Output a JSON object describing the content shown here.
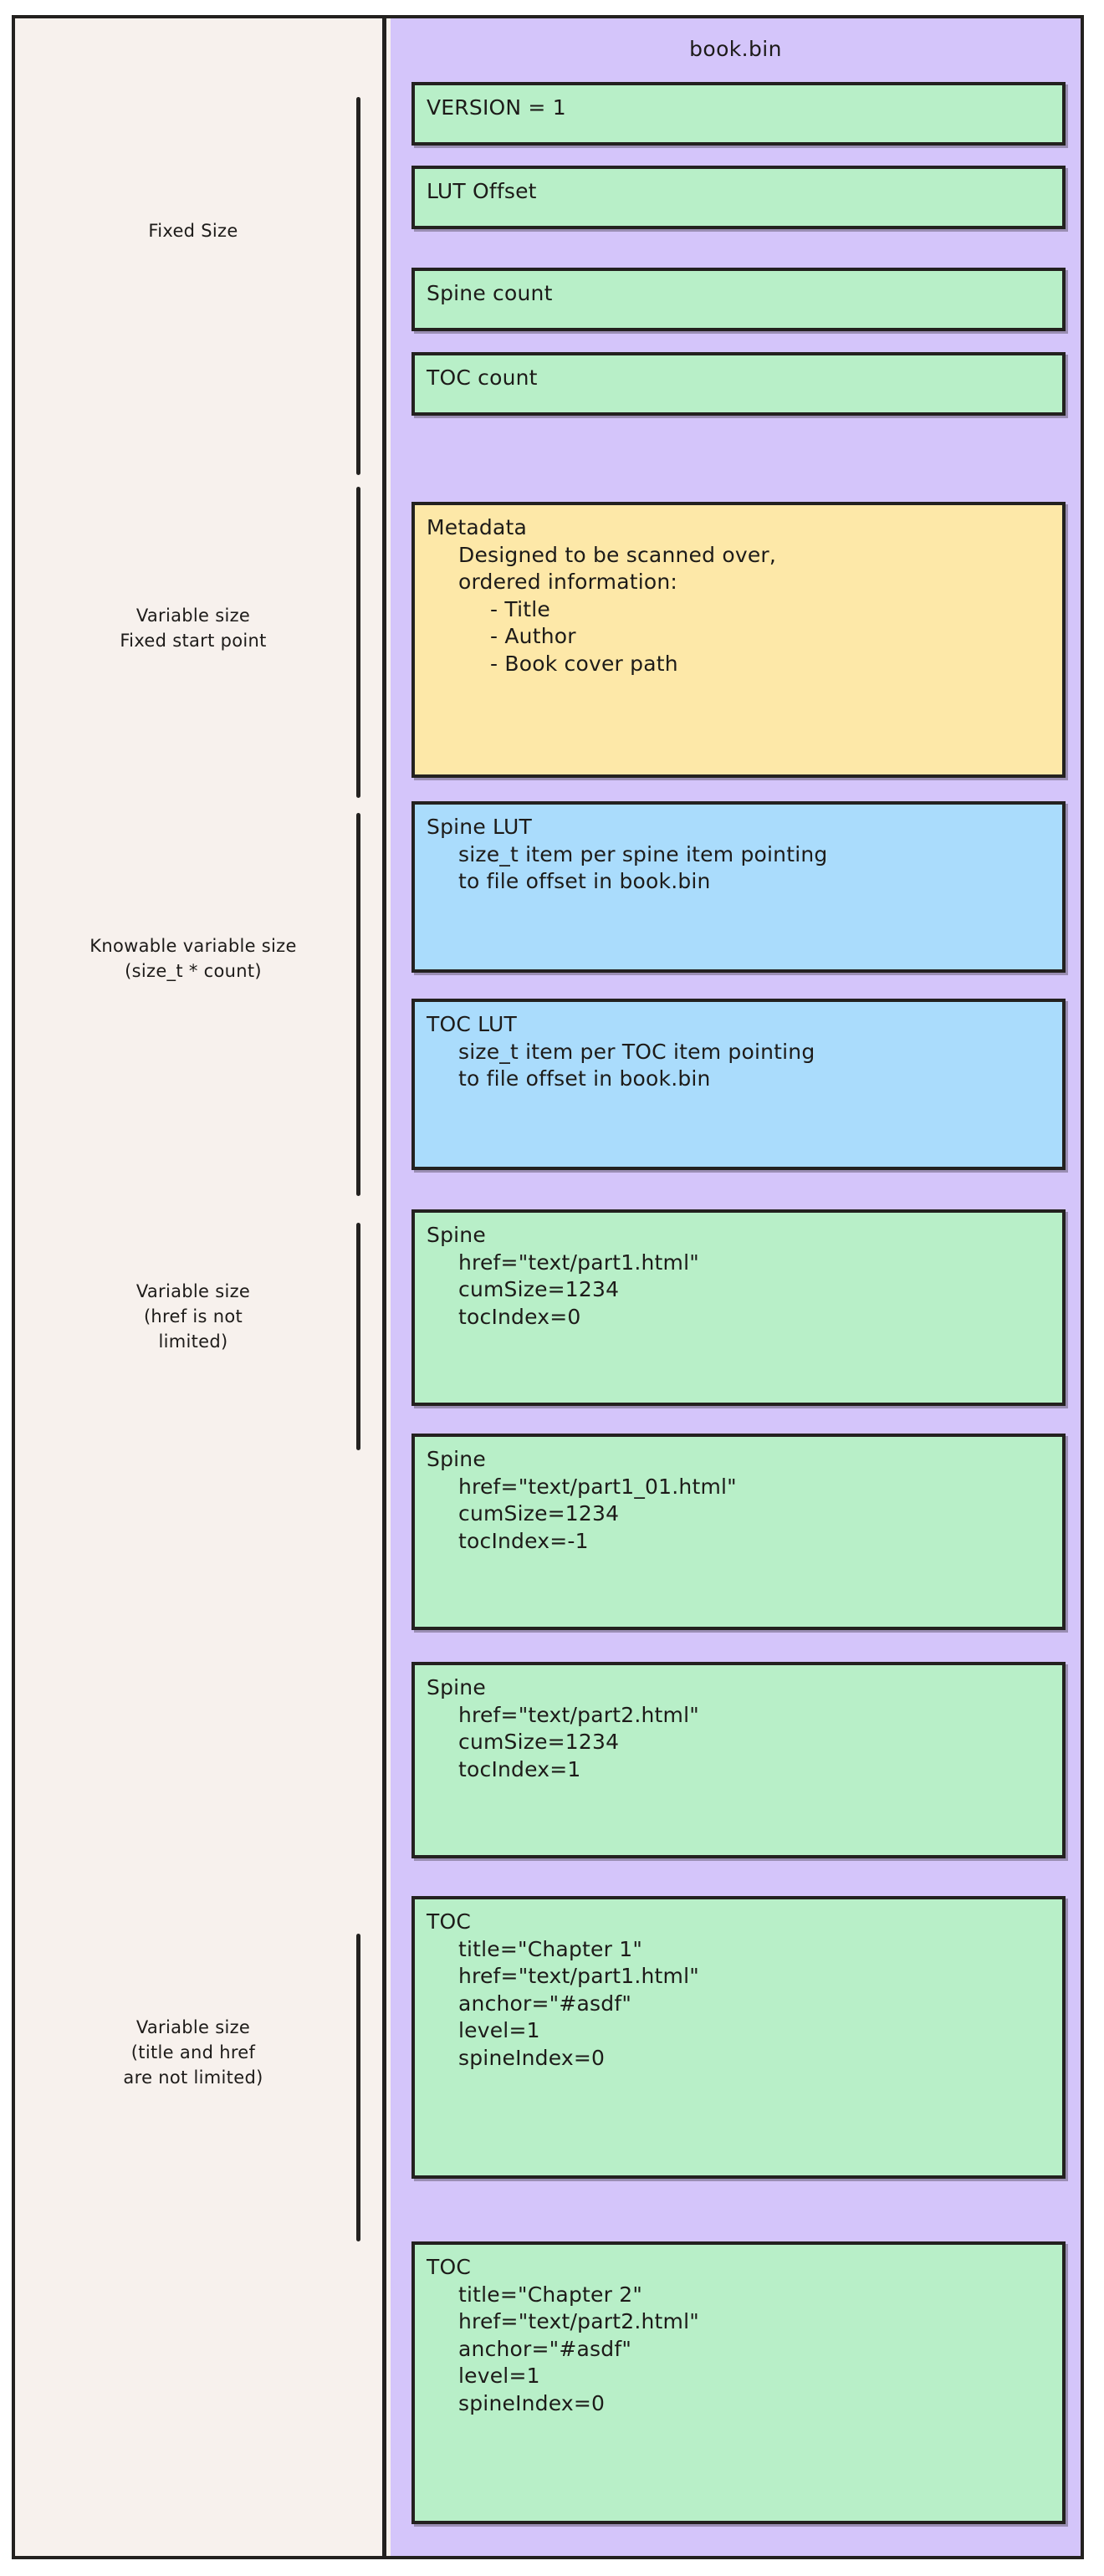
{
  "file": {
    "title": "book.bin"
  },
  "annotations": [
    {
      "label": "Fixed Size"
    },
    {
      "label": "Variable size\nFixed start point"
    },
    {
      "label": "Knowable variable size\n(size_t * count)"
    },
    {
      "label": "Variable size\n(href is not\nlimited)"
    },
    {
      "label": "Variable size\n(title and href\nare not limited)"
    }
  ],
  "fields": [
    {
      "name": "version",
      "color": "green",
      "lines": [
        {
          "text": "VERSION = 1",
          "indent": 0
        }
      ]
    },
    {
      "name": "lut-offset",
      "color": "green",
      "lines": [
        {
          "text": "LUT Offset",
          "indent": 0
        }
      ]
    },
    {
      "name": "spine-count",
      "color": "green",
      "lines": [
        {
          "text": "Spine count",
          "indent": 0
        }
      ]
    },
    {
      "name": "toc-count",
      "color": "green",
      "lines": [
        {
          "text": "TOC count",
          "indent": 0
        }
      ]
    },
    {
      "name": "metadata",
      "color": "yellow",
      "lines": [
        {
          "text": "Metadata",
          "indent": 0
        },
        {
          "text": "Designed to be scanned over,",
          "indent": 1
        },
        {
          "text": "ordered information:",
          "indent": 1
        },
        {
          "text": "- Title",
          "indent": 2
        },
        {
          "text": "- Author",
          "indent": 2
        },
        {
          "text": "- Book cover path",
          "indent": 2
        }
      ]
    },
    {
      "name": "spine-lut",
      "color": "blue",
      "lines": [
        {
          "text": "Spine LUT",
          "indent": 0
        },
        {
          "text": "size_t item per spine item pointing",
          "indent": 1
        },
        {
          "text": "to file offset in book.bin",
          "indent": 1
        }
      ]
    },
    {
      "name": "toc-lut",
      "color": "blue",
      "lines": [
        {
          "text": "TOC LUT",
          "indent": 0
        },
        {
          "text": "size_t item per TOC item pointing",
          "indent": 1
        },
        {
          "text": "to file offset in book.bin",
          "indent": 1
        }
      ]
    },
    {
      "name": "spine-1",
      "color": "green",
      "lines": [
        {
          "text": "Spine",
          "indent": 0
        },
        {
          "text": "href=\"text/part1.html\"",
          "indent": 1
        },
        {
          "text": "cumSize=1234",
          "indent": 1
        },
        {
          "text": "tocIndex=0",
          "indent": 1
        }
      ]
    },
    {
      "name": "spine-2",
      "color": "green",
      "lines": [
        {
          "text": "Spine",
          "indent": 0
        },
        {
          "text": "href=\"text/part1_01.html\"",
          "indent": 1
        },
        {
          "text": "cumSize=1234",
          "indent": 1
        },
        {
          "text": "tocIndex=-1",
          "indent": 1
        }
      ]
    },
    {
      "name": "spine-3",
      "color": "green",
      "lines": [
        {
          "text": "Spine",
          "indent": 0
        },
        {
          "text": "href=\"text/part2.html\"",
          "indent": 1
        },
        {
          "text": "cumSize=1234",
          "indent": 1
        },
        {
          "text": "tocIndex=1",
          "indent": 1
        }
      ]
    },
    {
      "name": "toc-1",
      "color": "green",
      "lines": [
        {
          "text": "TOC",
          "indent": 0
        },
        {
          "text": "title=\"Chapter 1\"",
          "indent": 1
        },
        {
          "text": "href=\"text/part1.html\"",
          "indent": 1
        },
        {
          "text": "anchor=\"#asdf\"",
          "indent": 1
        },
        {
          "text": "level=1",
          "indent": 1
        },
        {
          "text": "spineIndex=0",
          "indent": 1
        }
      ]
    },
    {
      "name": "toc-2",
      "color": "green",
      "lines": [
        {
          "text": "TOC",
          "indent": 0
        },
        {
          "text": "title=\"Chapter 2\"",
          "indent": 1
        },
        {
          "text": "href=\"text/part2.html\"",
          "indent": 1
        },
        {
          "text": "anchor=\"#asdf\"",
          "indent": 1
        },
        {
          "text": "level=1",
          "indent": 1
        },
        {
          "text": "spineIndex=0",
          "indent": 1
        }
      ]
    }
  ],
  "colors": {
    "page_background": "#f7f1ed",
    "file_container": "#d4c5fa",
    "green_field": "#b8efc8",
    "yellow_field": "#fde8a8",
    "blue_field": "#aadcfc",
    "stroke": "#23211f"
  }
}
